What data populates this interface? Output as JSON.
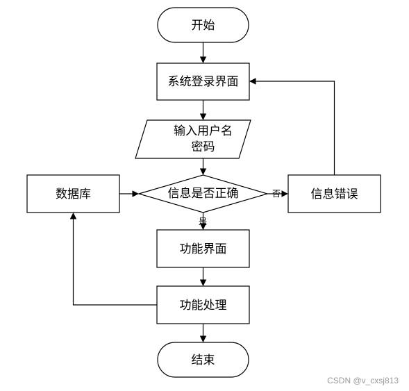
{
  "nodes": {
    "start": "开始",
    "login": "系统登录界面",
    "input_line1": "输入用户名",
    "input_line2": "密码",
    "decision": "信息是否正确",
    "error": "信息错误",
    "database": "数据库",
    "function_ui": "功能界面",
    "function_proc": "功能处理",
    "end": "结束"
  },
  "edge_labels": {
    "no": "否",
    "yes": "是"
  },
  "watermark": "CSDN @v_cxsj813"
}
